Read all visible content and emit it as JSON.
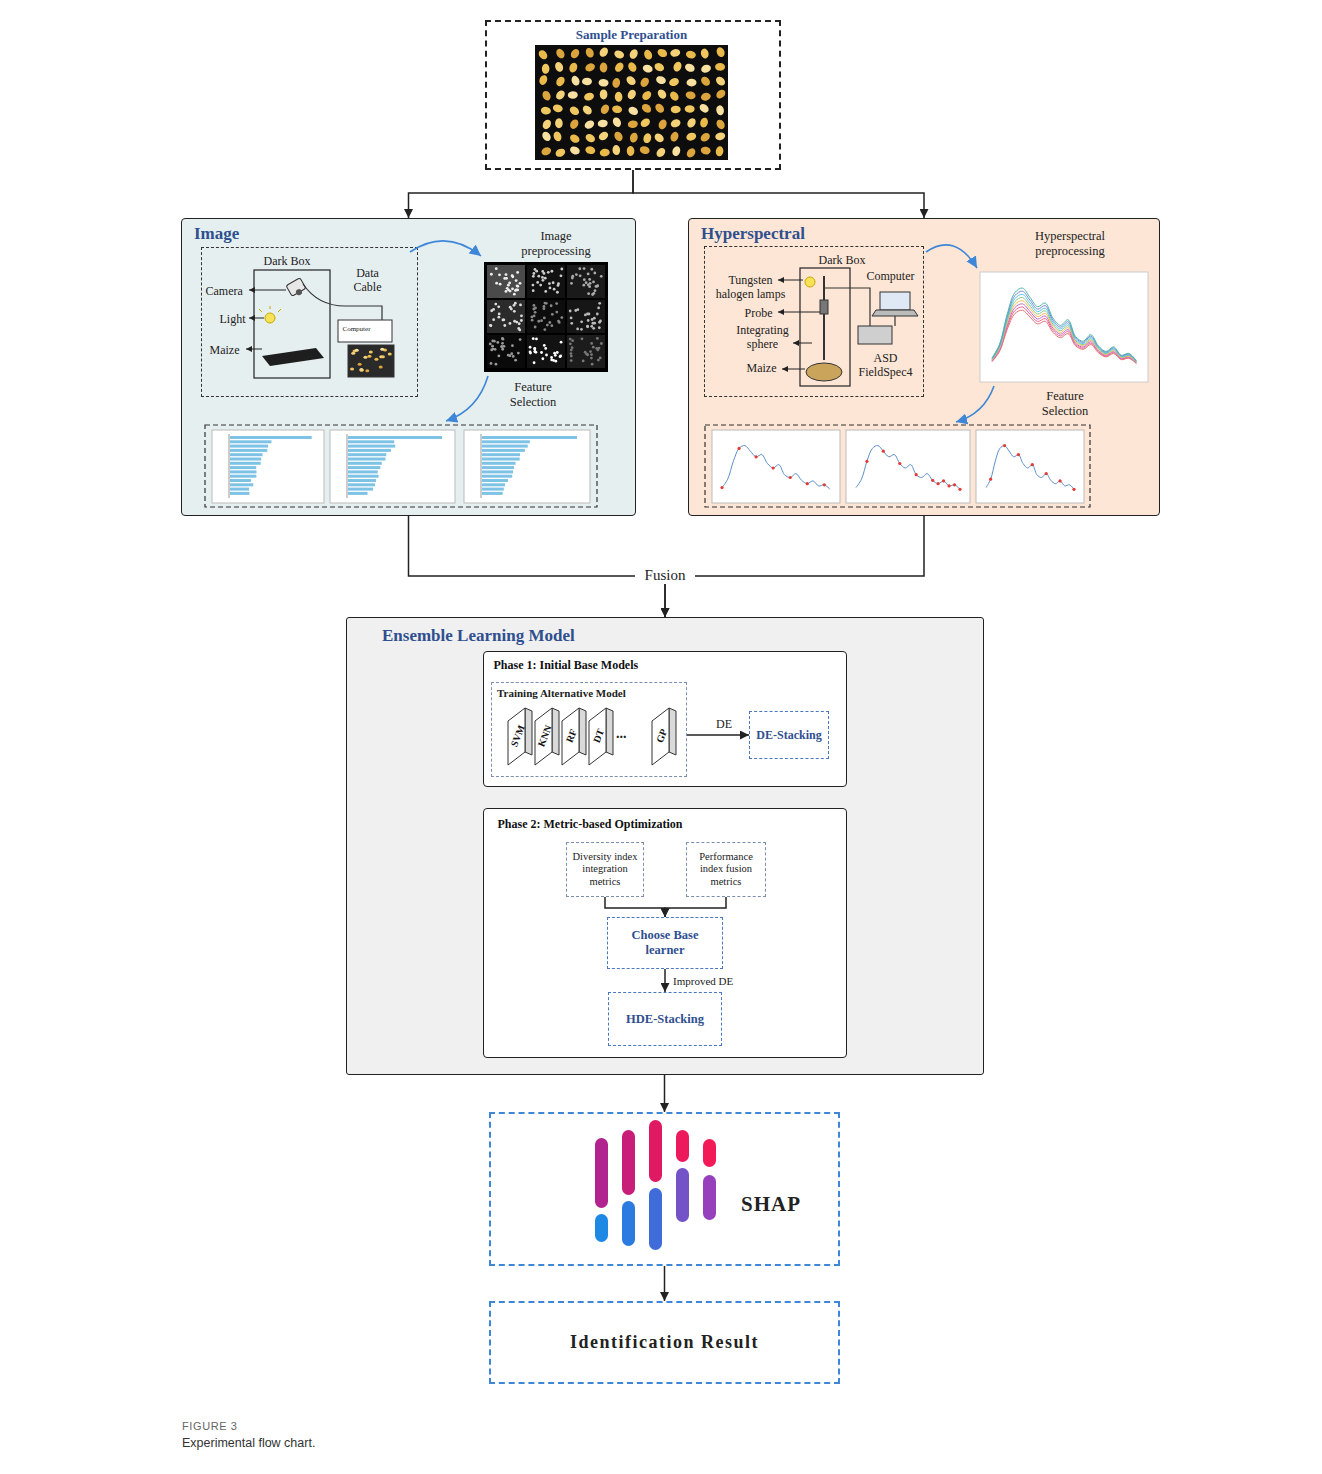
{
  "diagram": {
    "caption": "Experimental flow chart.",
    "nodes": [
      {
        "text": [
          "Sample Preparation"
        ]
      },
      {
        "text": [
          "Image"
        ]
      },
      {
        "text": [
          "Dark Box",
          "Data Cable",
          "Camera",
          "Light",
          "Maize",
          "Computer"
        ],
        "in": 1
      },
      {
        "text": [
          "Hyperspectral"
        ]
      },
      {
        "text": [
          "Tungsten halogen lamps",
          "Dark Box",
          "Computer",
          "Probe",
          "Integrating sphere",
          "Maize",
          "ASD FieldSpec4"
        ],
        "in": 3
      },
      {
        "text": [
          "Ensemble Learning Model"
        ]
      },
      {
        "text": [
          "Phase 1: Initial Base Models"
        ],
        "in": 5
      },
      {
        "text": [
          "Training Alternative Model"
        ],
        "in": 6
      },
      {
        "text": [
          "SVM"
        ],
        "in": 7
      },
      {
        "text": [
          "KNN"
        ],
        "in": 7
      },
      {
        "text": [
          "RF"
        ],
        "in": 7
      },
      {
        "text": [
          "DT"
        ],
        "in": 7
      },
      {
        "text": [
          "GP"
        ],
        "in": 7
      },
      {
        "text": [
          "DE-Stacking"
        ],
        "in": 6
      },
      {
        "text": [
          "Phase 2: Metric-based Optimization"
        ],
        "in": 5
      },
      {
        "text": [
          "Diversity index integration metrics"
        ],
        "in": 14
      },
      {
        "text": [
          "Performance index fusion metrics"
        ],
        "in": 14
      },
      {
        "text": [
          "Choose Base learner"
        ],
        "in": 14
      },
      {
        "text": [
          "HDE-Stacking"
        ],
        "in": 14
      },
      {
        "text": [
          "SHAP"
        ]
      },
      {
        "text": [
          "Identification Result"
        ]
      }
    ],
    "edges": [
      {
        "from": 0,
        "to": 1,
        "arrow": "to"
      },
      {
        "from": 0,
        "to": 3,
        "arrow": "to"
      },
      {
        "from": 1,
        "to": 5,
        "arrow": "to"
      },
      {
        "from": 3,
        "to": 5,
        "arrow": "to"
      },
      {
        "from": 5,
        "to": 19,
        "arrow": "to"
      },
      {
        "from": 19,
        "to": 20,
        "arrow": "to"
      },
      {
        "from": 7,
        "to": 13,
        "label": "DE",
        "arrow": "to"
      },
      {
        "from": 15,
        "to": 17,
        "arrow": "to"
      },
      {
        "from": 16,
        "to": 17,
        "arrow": "to"
      },
      {
        "from": 17,
        "to": 18,
        "label": "Improved DE",
        "arrow": "to"
      }
    ],
    "labels": [
      "Image preprocessing",
      "Feature Selection",
      "Hyperspectral preprocessing",
      "Feature Selection",
      "Fusion",
      "...",
      "FIGURE 3"
    ]
  }
}
